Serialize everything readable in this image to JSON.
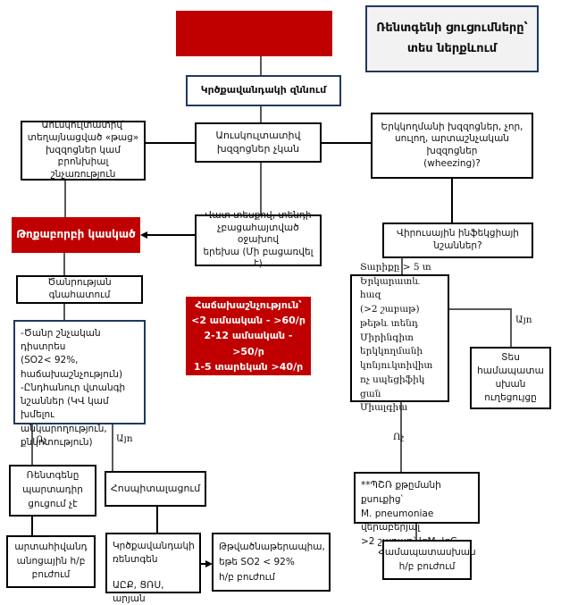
{
  "colors": {
    "accent_red": "#C00000",
    "navy_border": "#1F3864",
    "legend_fill": "#F2F2F2",
    "connector_gray": "#595959",
    "connector_black": "#000000"
  },
  "nodes": {
    "red_header": {
      "text": ""
    },
    "legend": {
      "text": "Ռենտգենի ցուցումները՝\nտես ներքևում"
    },
    "chest_exam": {
      "text": "Կրծքավանդակի զննում"
    },
    "ausc_localized": {
      "text": "Աուսկուլտատիվ՝\nտեղայնացված «թաց»\nխզզոցներ կամ բրոնխիալ\nշնչառություն"
    },
    "ausc_none": {
      "text": "Աուսկուլտատիվ\nխզզոցներ չկան"
    },
    "bilateral_wheezing": {
      "text": "Երկկողմանի խզզոցներ, չոր,\nսուլող, արտաշնչական խզզոցներ\n(wheezing)?"
    },
    "pneumonia_suspicion": {
      "text": "Թոքաբորբի կասկած"
    },
    "ill_child": {
      "text": "Վատ տեսքով, տենդի\nչբացահայտված օջախով\nերեխա (Մի բացառվել է)"
    },
    "viral_signs": {
      "text": "Վիրուսային ինֆեկցիայի\nնշաններ?"
    },
    "severity_assessment": {
      "text": "Ծանրության գնահատում"
    },
    "tachypnea": {
      "text": "Հաճախաշնչություն՝\n<2 ամսական - >60/ր\n2-12 ամսական - >50/ր\n1-5 տարեկան >40/ր"
    },
    "severity_criteria": {
      "text": "-Ծանր շնչական դիստրես\n(SO2< 92%,\nհաճախաշնչություն)\n-Ընդհանուր վտանգի\nնշաններ (ԿՎ կամ խմելու\nանկարողություն,\nքնկոտություն)"
    },
    "mycoplasma_features": {
      "text": "Տարիքը > 5 տ\nԵրկարատև հազ\n(>2 շաբաթ)\nթեթև տենդ\nՄիրինգիտ\nերկկողմանի\nկոնյուկտիվիտ\nոչ սպեցիֆիկ ցան\nՄիալգիա"
    },
    "see_guideline": {
      "text": "Տես համապատասխան ուղեցույցը"
    },
    "xray_not_indicated": {
      "text": "Ռենտգենը\nպարտադիր\nցուցում չէ"
    },
    "hospitalization": {
      "text": "Հոսպիտալացում"
    },
    "pcr_swab": {
      "text": "**ՊՇՌ քթըմանի քսուքից՝\nM. pneumoniae վերաբերյալ\n>2 շաբաթ՝ IgM, IgG"
    },
    "outpatient_treatment": {
      "text": "արտահիվանդ\nանոցային հ/բ\nբուժում"
    },
    "chest_xray_labs": {
      "text": "Կրծքավանդակի\nռենտգեն\n\nԱԸՔ, ՑՌՍ, արյան"
    },
    "oxygen_therapy": {
      "text": "Թթվածնաթերապիա,\nեթե SO2 < 92%\nհ/բ բուժում"
    },
    "appropriate_treatment": {
      "text": "Համապատասխան\nհ/բ բուժում"
    }
  },
  "labels": {
    "yes_right": "Այո",
    "no_left": "Ոչ",
    "yes_left": "Այո",
    "no_right": "Ոչ"
  }
}
